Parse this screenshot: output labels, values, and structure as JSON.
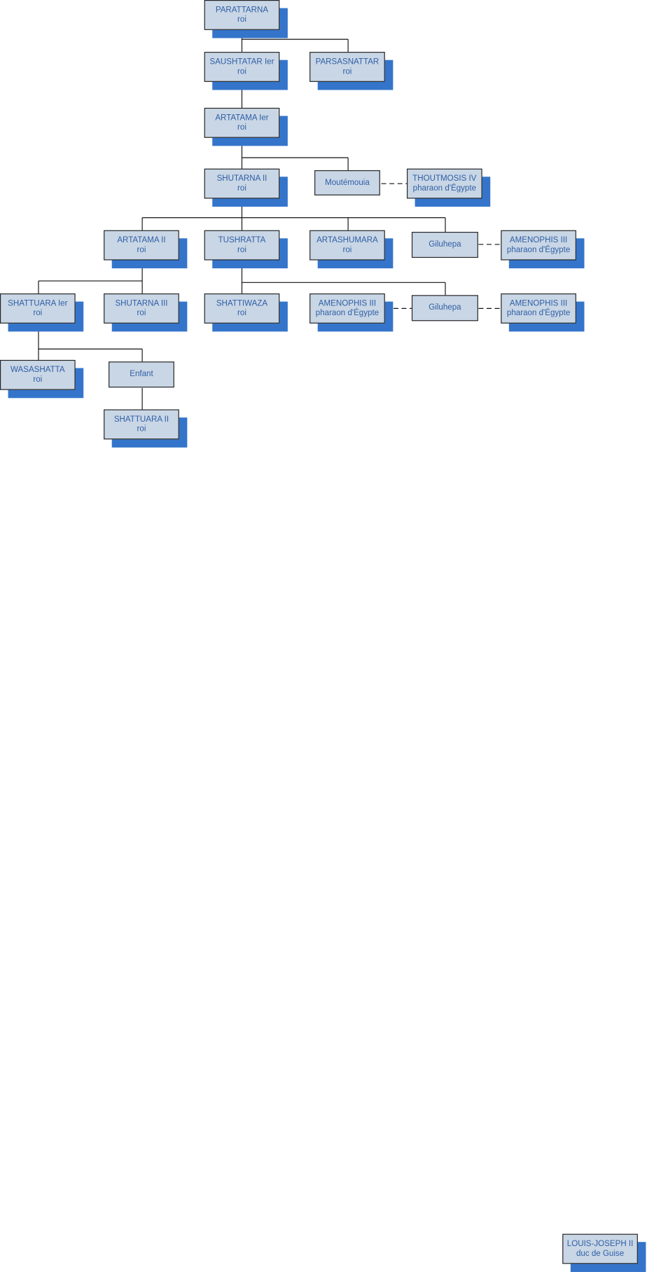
{
  "nodes": [
    {
      "name": "PARATTARNA",
      "title": "roi"
    },
    {
      "name": "SAUSHTATAR Ier",
      "title": "roi"
    },
    {
      "name": "PARSASNATTAR",
      "title": "roi"
    },
    {
      "name": "ARTATAMA Ier",
      "title": "roi"
    },
    {
      "name": "SHUTARNA II",
      "title": "roi"
    },
    {
      "name": "Moutémouia",
      "title": ""
    },
    {
      "name": "THOUTMOSIS IV",
      "title": "pharaon d'Égypte"
    },
    {
      "name": "ARTATAMA II",
      "title": "roi"
    },
    {
      "name": "TUSHRATTA",
      "title": "roi"
    },
    {
      "name": "ARTASHUMARA",
      "title": "roi"
    },
    {
      "name": "Giluhepa",
      "title": ""
    },
    {
      "name": "AMENOPHIS III",
      "title": "pharaon d'Égypte"
    },
    {
      "name": "SHATTUARA Ier",
      "title": "roi"
    },
    {
      "name": "SHUTARNA III",
      "title": "roi"
    },
    {
      "name": "SHATTIWAZA",
      "title": "roi"
    },
    {
      "name": "AMENOPHIS III",
      "title": "pharaon d'Égypte"
    },
    {
      "name": "Giluhepa",
      "title": ""
    },
    {
      "name": "AMENOPHIS III",
      "title": "pharaon d'Égypte"
    },
    {
      "name": "WASASHATTA",
      "title": "roi"
    },
    {
      "name": "Enfant",
      "title": ""
    },
    {
      "name": "SHATTUARA II",
      "title": "roi"
    },
    {
      "name": "LOUIS-JOSEPH II",
      "title": "duc de Guise"
    }
  ]
}
